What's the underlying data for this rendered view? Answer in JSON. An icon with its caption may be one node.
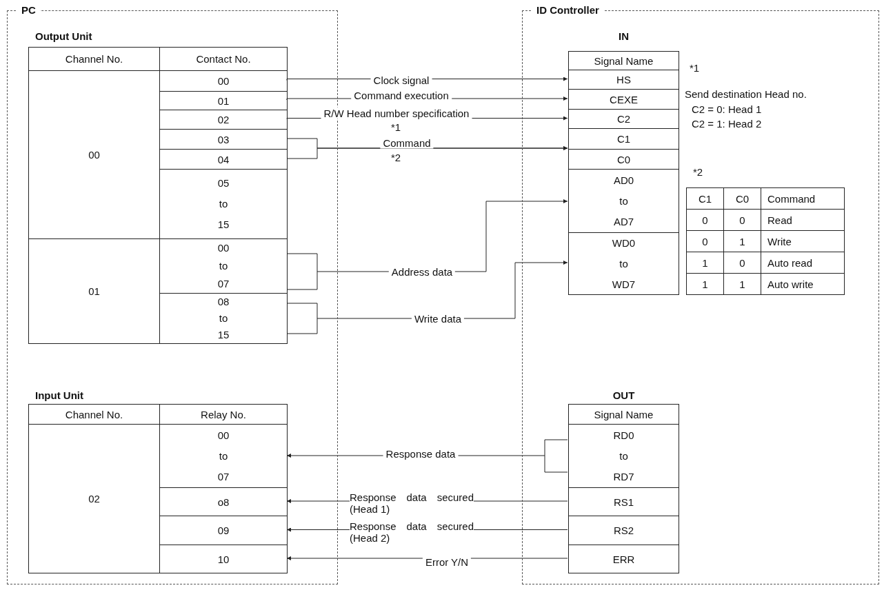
{
  "diagram": {
    "nodes": [
      {
        "text": [
          "PC"
        ]
      },
      {
        "text": [
          "ID Controller"
        ]
      },
      {
        "text": [
          "Output Unit"
        ],
        "in": 0
      },
      {
        "text": [
          "Channel No."
        ],
        "in": 2
      },
      {
        "text": [
          "Contact No."
        ],
        "in": 2
      },
      {
        "text": [
          "00"
        ],
        "in": 2
      },
      {
        "text": [
          "00"
        ],
        "in": 2
      },
      {
        "text": [
          "01"
        ],
        "in": 2
      },
      {
        "text": [
          "02"
        ],
        "in": 2
      },
      {
        "text": [
          "03"
        ],
        "in": 2
      },
      {
        "text": [
          "04"
        ],
        "in": 2
      },
      {
        "text": [
          "05 to 15"
        ],
        "in": 2
      },
      {
        "text": [
          "01"
        ],
        "in": 2
      },
      {
        "text": [
          "00 to 07"
        ],
        "in": 2
      },
      {
        "text": [
          "08 to 15"
        ],
        "in": 2
      },
      {
        "text": [
          "Input Unit"
        ],
        "in": 0
      },
      {
        "text": [
          "Channel No."
        ],
        "in": 15
      },
      {
        "text": [
          "Relay No."
        ],
        "in": 15
      },
      {
        "text": [
          "02"
        ],
        "in": 15
      },
      {
        "text": [
          "00 to 07"
        ],
        "in": 15
      },
      {
        "text": [
          "o8"
        ],
        "in": 15
      },
      {
        "text": [
          "09"
        ],
        "in": 15
      },
      {
        "text": [
          "10"
        ],
        "in": 15
      },
      {
        "text": [
          "IN"
        ],
        "in": 1
      },
      {
        "text": [
          "Signal Name"
        ],
        "in": 23
      },
      {
        "text": [
          "HS"
        ],
        "in": 23
      },
      {
        "text": [
          "CEXE"
        ],
        "in": 23
      },
      {
        "text": [
          "C2"
        ],
        "in": 23
      },
      {
        "text": [
          "C1"
        ],
        "in": 23
      },
      {
        "text": [
          "C0"
        ],
        "in": 23
      },
      {
        "text": [
          "AD0 to AD7"
        ],
        "in": 23
      },
      {
        "text": [
          "WD0 to WD7"
        ],
        "in": 23
      },
      {
        "text": [
          "OUT"
        ],
        "in": 1
      },
      {
        "text": [
          "Signal Name"
        ],
        "in": 32
      },
      {
        "text": [
          "RD0 to RD7"
        ],
        "in": 32
      },
      {
        "text": [
          "RS1"
        ],
        "in": 32
      },
      {
        "text": [
          "RS2"
        ],
        "in": 32
      },
      {
        "text": [
          "ERR"
        ],
        "in": 32
      }
    ],
    "edges": [
      {
        "from": 6,
        "to": 25,
        "arrow": "to",
        "label": "Clock signal"
      },
      {
        "from": 7,
        "to": 26,
        "arrow": "to",
        "label": "Command execution"
      },
      {
        "from": 8,
        "to": 27,
        "arrow": "to",
        "label": "R/W Head number specification"
      },
      {
        "from": 9,
        "to": 28,
        "arrow": "to",
        "label": "Command"
      },
      {
        "from": 10,
        "to": 29,
        "arrow": "to"
      },
      {
        "from": 13,
        "to": 30,
        "arrow": "to",
        "label": "Address data"
      },
      {
        "from": 14,
        "to": 31,
        "arrow": "to",
        "label": "Write data"
      },
      {
        "from": 34,
        "to": 19,
        "arrow": "to",
        "label": "Response data"
      },
      {
        "from": 35,
        "to": 20,
        "arrow": "to",
        "label": "Response data secured (Head 1)"
      },
      {
        "from": 36,
        "to": 21,
        "arrow": "to",
        "label": "Response data secured (Head 2)"
      },
      {
        "from": 37,
        "to": 22,
        "arrow": "to",
        "label": "Error Y/N"
      }
    ],
    "labels": [
      "*1",
      "Send destination Head no.",
      "C2 = 0: Head 1",
      "C2 = 1: Head 2",
      "*1",
      "*2",
      "*2",
      "C1",
      "C0",
      "Command",
      "0",
      "0",
      "Read",
      "0",
      "1",
      "Write",
      "1",
      "0",
      "Auto read",
      "1",
      "1",
      "Auto write"
    ]
  }
}
